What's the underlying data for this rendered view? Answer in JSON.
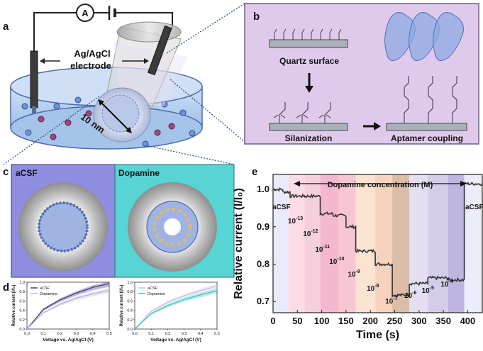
{
  "panel_labels": {
    "a": "a",
    "b": "b",
    "c": "c",
    "d": "d",
    "e": "e"
  },
  "panel_a": {
    "ammeter": "A",
    "electrode_label_line1": "Ag/AgCl",
    "electrode_label_line2": "electrode",
    "pore_size": "10 nm"
  },
  "panel_b": {
    "quartz_label": "Quartz surface",
    "silanization_label": "Silanization",
    "aptamer_label": "Aptamer coupling"
  },
  "panel_c": {
    "left_label": "aCSF",
    "right_label": "Dopamine"
  },
  "panel_e_labels": {
    "dopamine_concentration": "Dopamine concentration (M)",
    "acsf_left": "aCSF",
    "acsf_right": "aCSF",
    "conc_base": "10",
    "conc_exponents": [
      "-13",
      "-12",
      "-11",
      "-10",
      "-9",
      "-8",
      "-7",
      "-6",
      "-5",
      "-4"
    ]
  },
  "chart_data": [
    {
      "type": "line",
      "title": "",
      "xlabel": "Voltage vs. Ag/AgCl (V)",
      "ylabel": "Relative current (I/I₀)",
      "xlim": [
        0,
        0.5
      ],
      "ylim": [
        0,
        1.0
      ],
      "xticks": [
        "0.0",
        "0.1",
        "0.2",
        "0.3",
        "0.4",
        "0.5"
      ],
      "yticks": [
        "0.0",
        "0.2",
        "0.4",
        "0.6",
        "0.8",
        "1.0"
      ],
      "legend": "top-left",
      "series": [
        {
          "name": "aCSF",
          "color": "#3f3a8c",
          "x": [
            0,
            0.1,
            0.2,
            0.3,
            0.4,
            0.5
          ],
          "y": [
            0,
            0.42,
            0.62,
            0.77,
            0.89,
            0.97
          ]
        },
        {
          "name": "Dopamine",
          "color": "#b9b5e0",
          "x": [
            0,
            0.1,
            0.2,
            0.3,
            0.4,
            0.5
          ],
          "y": [
            0,
            0.35,
            0.53,
            0.66,
            0.75,
            0.83
          ]
        }
      ]
    },
    {
      "type": "line",
      "title": "",
      "xlabel": "Voltage vs. Ag/AgCl (V)",
      "ylabel": "Relative current (I/I₀)",
      "xlim": [
        0,
        0.5
      ],
      "ylim": [
        0,
        1.0
      ],
      "xticks": [
        "0.0",
        "0.1",
        "0.2",
        "0.3",
        "0.4",
        "0.5"
      ],
      "yticks": [
        "0.0",
        "0.2",
        "0.4",
        "0.6",
        "0.8",
        "1.0"
      ],
      "legend": "top-left",
      "series": [
        {
          "name": "aCSF",
          "color": "#c6c1e6",
          "x": [
            0,
            0.1,
            0.2,
            0.3,
            0.4,
            0.5
          ],
          "y": [
            0,
            0.38,
            0.57,
            0.71,
            0.82,
            0.92
          ]
        },
        {
          "name": "Dopamine",
          "color": "#39c7bf",
          "x": [
            0,
            0.1,
            0.2,
            0.3,
            0.4,
            0.5
          ],
          "y": [
            0,
            0.33,
            0.5,
            0.63,
            0.73,
            0.82
          ]
        }
      ]
    },
    {
      "type": "line",
      "title": "",
      "xlabel": "Time (s)",
      "ylabel": "Relative current (I/I₀)",
      "xlim": [
        0,
        430
      ],
      "ylim": [
        0.67,
        1.04
      ],
      "xticks": [
        "0",
        "50",
        "100",
        "150",
        "200",
        "250",
        "300",
        "350",
        "400"
      ],
      "yticks": [
        "0.7",
        "0.8",
        "0.9",
        "1.0"
      ],
      "line_color": "#333333",
      "segments": [
        {
          "x0": 0,
          "x1": 20,
          "y": 1.0
        },
        {
          "x0": 20,
          "x1": 35,
          "y": 0.993
        },
        {
          "x0": 35,
          "x1": 65,
          "y": 0.982
        },
        {
          "x0": 65,
          "x1": 97,
          "y": 0.982
        },
        {
          "x0": 97,
          "x1": 123,
          "y": 0.935
        },
        {
          "x0": 123,
          "x1": 150,
          "y": 0.93
        },
        {
          "x0": 150,
          "x1": 170,
          "y": 0.9
        },
        {
          "x0": 170,
          "x1": 210,
          "y": 0.835
        },
        {
          "x0": 210,
          "x1": 245,
          "y": 0.8
        },
        {
          "x0": 245,
          "x1": 280,
          "y": 0.717
        },
        {
          "x0": 280,
          "x1": 318,
          "y": 0.748
        },
        {
          "x0": 318,
          "x1": 360,
          "y": 0.763
        },
        {
          "x0": 360,
          "x1": 393,
          "y": 0.758
        },
        {
          "x0": 393,
          "x1": 430,
          "y": 1.015
        }
      ],
      "background_bands": [
        {
          "x0": 0,
          "x1": 32,
          "color": "#ebeafb"
        },
        {
          "x0": 32,
          "x1": 65,
          "color": "#fadbe6"
        },
        {
          "x0": 65,
          "x1": 97,
          "color": "#f6cfdd"
        },
        {
          "x0": 97,
          "x1": 135,
          "color": "#f3b8cf"
        },
        {
          "x0": 135,
          "x1": 170,
          "color": "#f7c6d3"
        },
        {
          "x0": 170,
          "x1": 210,
          "color": "#fbe3d2"
        },
        {
          "x0": 210,
          "x1": 245,
          "color": "#f7d3bf"
        },
        {
          "x0": 245,
          "x1": 280,
          "color": "#dcbda7"
        },
        {
          "x0": 280,
          "x1": 318,
          "color": "#e3def2"
        },
        {
          "x0": 318,
          "x1": 360,
          "color": "#d4cdea"
        },
        {
          "x0": 360,
          "x1": 393,
          "color": "#bfb5e0"
        },
        {
          "x0": 393,
          "x1": 430,
          "color": "#ececfb"
        }
      ]
    }
  ]
}
